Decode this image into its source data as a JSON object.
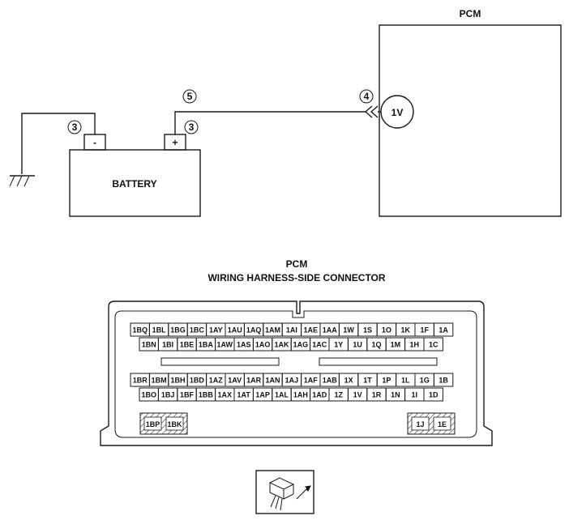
{
  "wiring": {
    "pcm_label": "PCM",
    "battery_label": "BATTERY",
    "battery_neg": "-",
    "battery_pos": "+",
    "callout_neg": "3",
    "callout_pos": "3",
    "callout_wire": "5",
    "callout_conn": "4",
    "terminal": "1V"
  },
  "connector": {
    "title": "PCM",
    "subtitle": "WIRING HARNESS-SIDE CONNECTOR",
    "rows": [
      [
        "1BQ",
        "1BL",
        "1BG",
        "1BC",
        "1AY",
        "1AU",
        "1AQ",
        "1AM",
        "1AI",
        "1AE",
        "1AA",
        "1W",
        "1S",
        "1O",
        "1K",
        "1F",
        "1A"
      ],
      [
        "1BN",
        "1BI",
        "1BE",
        "1BA",
        "1AW",
        "1AS",
        "1AO",
        "1AK",
        "1AG",
        "1AC",
        "1Y",
        "1U",
        "1Q",
        "1M",
        "1H",
        "1C"
      ],
      [
        "1BR",
        "1BM",
        "1BH",
        "1BD",
        "1AZ",
        "1AV",
        "1AR",
        "1AN",
        "1AJ",
        "1AF",
        "1AB",
        "1X",
        "1T",
        "1P",
        "1L",
        "1G",
        "1B"
      ],
      [
        "1BO",
        "1BJ",
        "1BF",
        "1BB",
        "1AX",
        "1AT",
        "1AP",
        "1AL",
        "1AH",
        "1AD",
        "1Z",
        "1V",
        "1R",
        "1N",
        "1I",
        "1D"
      ]
    ],
    "bottom_left": [
      "1BP",
      "1BK"
    ],
    "bottom_right": [
      "1J",
      "1E"
    ]
  }
}
